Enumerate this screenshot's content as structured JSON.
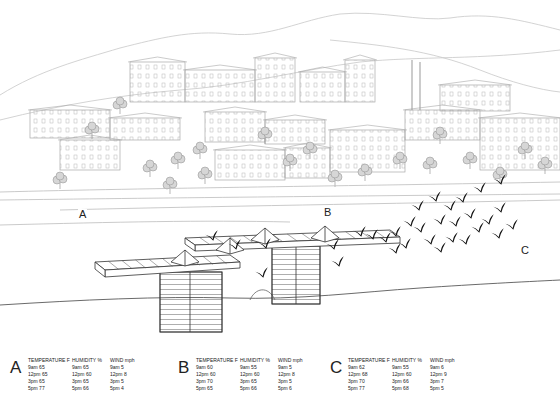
{
  "diagram": {
    "labels": [
      "A",
      "B",
      "C",
      "A",
      "TEMPERATURE F",
      "HUMIDITY %",
      "WIND mph",
      "9am 65",
      "9am 65",
      "9am 5",
      "12pm 65",
      "12pm 60",
      "12pm 8",
      "3pm 65",
      "3pm 65",
      "3pm 5",
      "5pm 77",
      "5pm 66",
      "5pm 4",
      "B",
      "TEMPERATURE F",
      "HUMIDITY %",
      "WIND mph",
      "9am 60",
      "9am 55",
      "9am 5",
      "12pm 60",
      "12pm 60",
      "12pm 8",
      "3pm 70",
      "3pm 65",
      "3pm 5",
      "5pm 65",
      "5pm 66",
      "5pm 6",
      "C",
      "TEMPERATURE F",
      "HUMIDITY %",
      "WIND mph",
      "9am 62",
      "9am 55",
      "9am 6",
      "12pm 68",
      "12pm 60",
      "12pm 9",
      "3pm 70",
      "3pm 66",
      "3pm 7",
      "5pm 77",
      "5pm 68",
      "5pm 5"
    ]
  }
}
